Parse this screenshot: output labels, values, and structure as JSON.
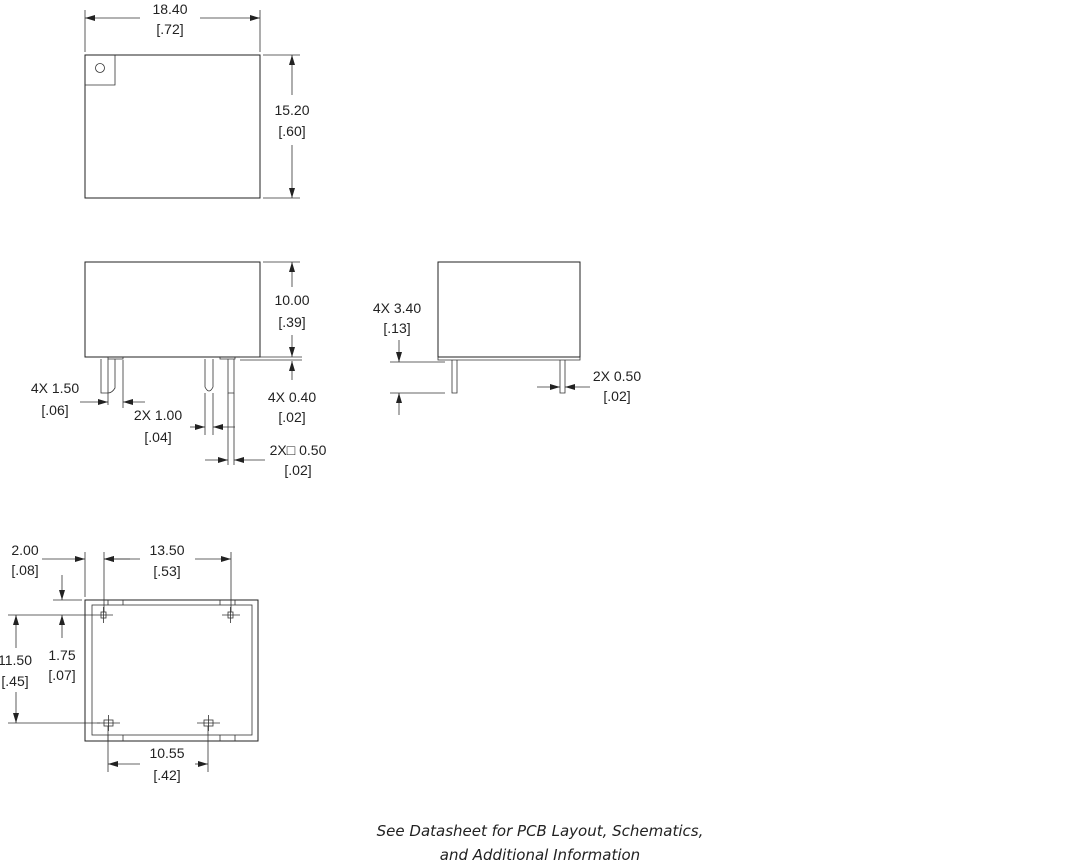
{
  "top_view": {
    "width_mm": "18.40",
    "width_in": "[.72]",
    "height_mm": "15.20",
    "height_in": "[.60]"
  },
  "front_view": {
    "height_mm": "10.00",
    "height_in": "[.39]",
    "standoff": "4X 0.40",
    "standoff_in": "[.02]",
    "pin_pitch": "4X 1.50",
    "pin_pitch_in": "[.06]",
    "round_pin": "2X 1.00",
    "round_pin_in": "[.04]",
    "square_pin": "2X□ 0.50",
    "square_pin_in": "[.02]"
  },
  "side_view": {
    "pin_length": "4X 3.40",
    "pin_length_in": "[.13]",
    "pin_width": "2X 0.50",
    "pin_width_in": "[.02]"
  },
  "bottom_view": {
    "edge_offset": "2.00",
    "edge_offset_in": "[.08]",
    "top_pitch": "13.50",
    "top_pitch_in": "[.53]",
    "row_pitch": "11.50",
    "row_pitch_in": "[.45]",
    "row_offset": "1.75",
    "row_offset_in": "[.07]",
    "bottom_pitch": "10.55",
    "bottom_pitch_in": "[.42]"
  },
  "footer": {
    "line1": "See Datasheet for PCB Layout, Schematics,",
    "line2": "and Additional Information"
  }
}
